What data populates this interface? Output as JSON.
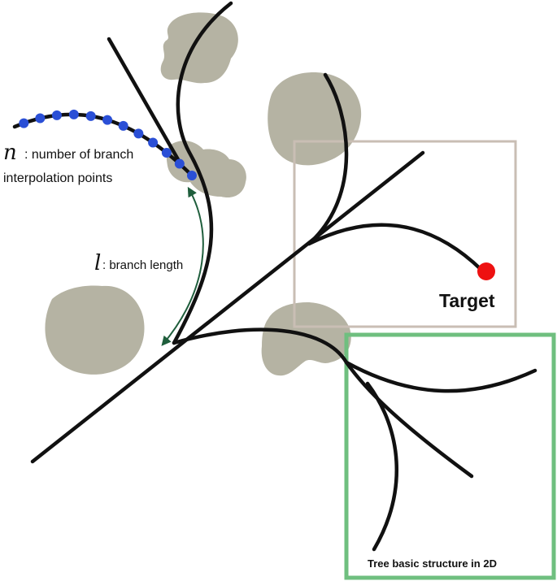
{
  "labels": {
    "n_symbol": "n",
    "n_text": ": number of branch",
    "n_text2": "interpolation points",
    "l_symbol": "l",
    "l_text": ": branch length",
    "target": "Target",
    "tree_caption": "Tree basic structure in 2D"
  },
  "colors": {
    "branch": "#111111",
    "foliage": "#b5b3a3",
    "point": "#2a4fd6",
    "target": "#ee1111",
    "arrow": "#1f5e3c",
    "target_box": "#c9beb4",
    "tree_box": "#6fbf7f"
  },
  "icons": {
    "target": "red-dot-icon",
    "points": "blue-dot-icon",
    "arrow": "double-arrow-icon"
  },
  "interpolation_point_count": 12
}
